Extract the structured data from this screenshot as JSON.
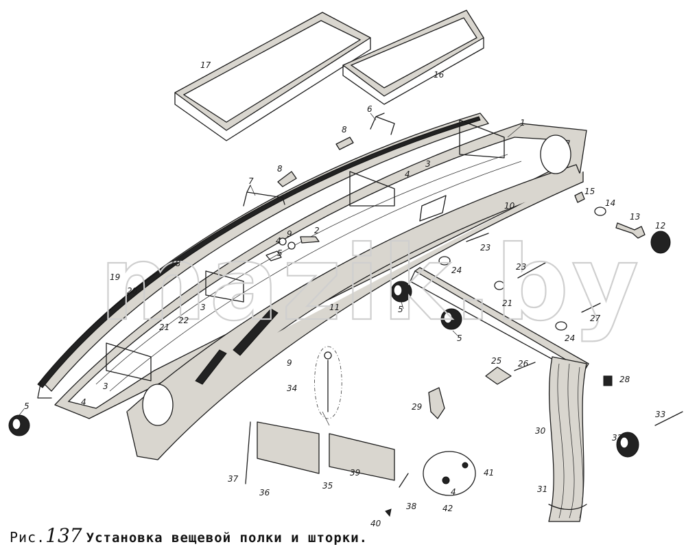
{
  "corner_note": "",
  "watermark": "mazik.by",
  "caption": {
    "prefix": "Рис.",
    "figure_number": "137",
    "title": "Установка вещевой полки и шторки."
  },
  "callouts": [
    "1",
    "2",
    "3",
    "3",
    "3",
    "4",
    "4",
    "4",
    "4",
    "5",
    "5",
    "5",
    "5",
    "6",
    "7",
    "8",
    "8",
    "9",
    "9",
    "10",
    "11",
    "12",
    "13",
    "14",
    "15",
    "16",
    "17",
    "18",
    "19",
    "20",
    "21",
    "21",
    "22",
    "23",
    "23",
    "24",
    "24",
    "25",
    "26",
    "27",
    "28",
    "29",
    "30",
    "31",
    "32",
    "33",
    "34",
    "35",
    "36",
    "37",
    "38",
    "39",
    "40",
    "41",
    "42"
  ],
  "colors": {
    "ink": "#1a1a1a",
    "fill": "#d9d6cf",
    "watermark": "#cfcfcf"
  }
}
